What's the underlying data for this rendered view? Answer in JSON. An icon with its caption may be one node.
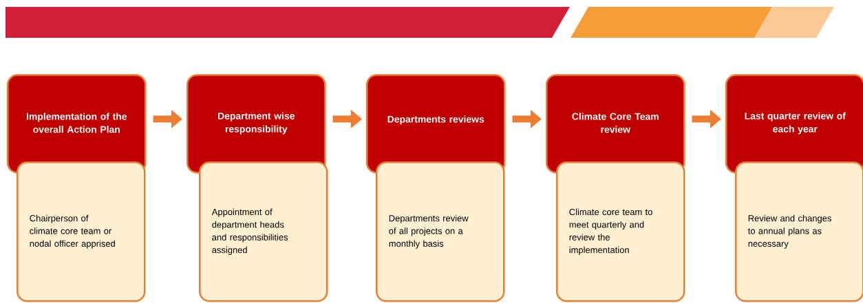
{
  "diagram": {
    "nodes": [
      {
        "text": [
          "Implementation of the overall Action Plan"
        ]
      },
      {
        "text": [
          "Chairperson of climate core team or nodal officer apprised"
        ]
      },
      {
        "text": [
          "Department wise responsibility"
        ]
      },
      {
        "text": [
          "Appointment of department heads and responsibilities assigned"
        ]
      },
      {
        "text": [
          "Departments reviews"
        ]
      },
      {
        "text": [
          "Departments review of all projects on a monthly basis"
        ]
      },
      {
        "text": [
          "Climate Core Team review"
        ]
      },
      {
        "text": [
          "Climate core team to meet quarterly and review the implementation"
        ]
      },
      {
        "text": [
          "Last quarter review of each year"
        ]
      },
      {
        "text": [
          "Review and changes to annual plans as necessary"
        ]
      }
    ],
    "edges": [
      {
        "from": 0,
        "to": 2,
        "arrow": "to"
      },
      {
        "from": 2,
        "to": 4,
        "arrow": "to"
      },
      {
        "from": 4,
        "to": 6,
        "arrow": "to"
      },
      {
        "from": 6,
        "to": 8,
        "arrow": "to"
      }
    ]
  }
}
